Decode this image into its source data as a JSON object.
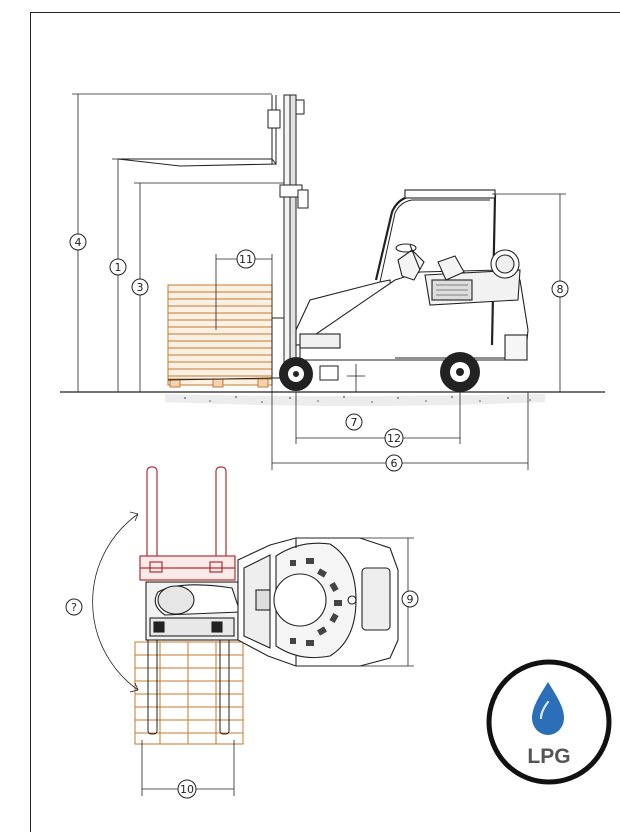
{
  "callouts": {
    "c1": "1",
    "c2": "?",
    "c3": "3",
    "c4": "4",
    "c6": "6",
    "c7": "7",
    "c8": "8",
    "c9": "9",
    "c10": "10",
    "c11": "11",
    "c12": "12"
  },
  "badge": {
    "text": "LPG",
    "icon": "propane-drop-icon"
  },
  "colors": {
    "line": "#222222",
    "pallet": "#c8782a",
    "forks_raised": "#b03030",
    "badge_ring": "#111111",
    "badge_drop": "#2a6fb8",
    "badge_text": "#555555"
  }
}
